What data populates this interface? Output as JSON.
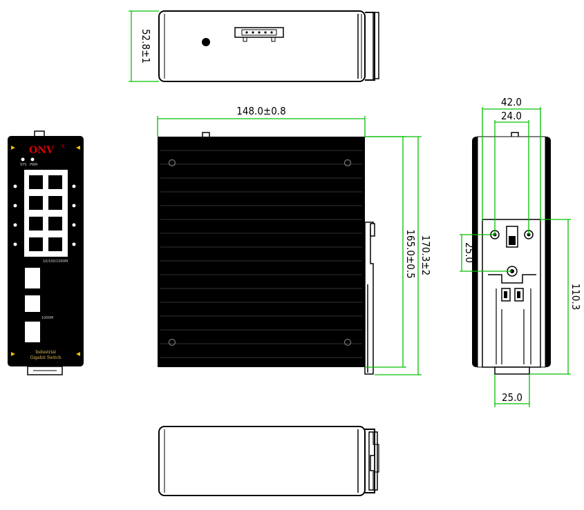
{
  "dimensions": {
    "height_top": "52.8±1",
    "width": "148.0±0.8",
    "depth_inner": "165.0±0.5",
    "depth_outer": "170.3±2",
    "rail_outer": "42.0",
    "rail_inner": "24.0",
    "clip_height": "25.0",
    "mount_height": "110.3",
    "bottom_width": "25.0"
  },
  "front_panel": {
    "brand": "ONV",
    "brand_mark": "®",
    "led_left": "SYS",
    "led_right": "PWR",
    "port_caption": "10/100/1000M",
    "sfp_caption": "1000M",
    "caption_line1": "Industrial",
    "caption_line2": "Gigabit Switch"
  },
  "colors": {
    "dimension_line": "#00c000",
    "housing": "#000000",
    "brand": "#d40000",
    "corner_mark": "#f0c000"
  }
}
